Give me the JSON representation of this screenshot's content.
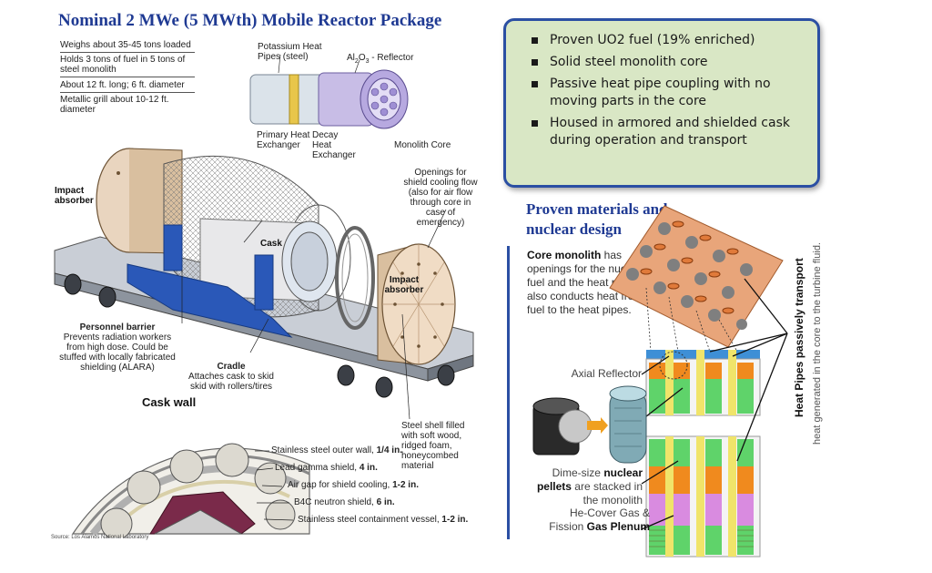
{
  "title": "Nominal 2 MWe (5 MWth) Mobile Reactor Package",
  "specs": [
    "Weighs about 35-45 tons loaded",
    "Holds 3 tons of fuel in 5 tons of steel monolith",
    "About 12 ft. long; 6 ft. diameter",
    "Metallic grill about 10-12 ft. diameter"
  ],
  "components": {
    "heat_pipes": "Potassium Heat Pipes (steel)",
    "reflector_prefix": "Al",
    "reflector_sub1": "2",
    "reflector_o": "O",
    "reflector_sub2": "3",
    "reflector_suffix": " - Reflector",
    "primary_hx": "Primary Heat Exchanger",
    "decay_hx": "Decay Heat Exchanger",
    "monolith_core": "Monolith Core"
  },
  "reactor_labels": {
    "impact_left": "Impact absorber",
    "cask": "Cask",
    "openings": "Openings for shield cooling flow (also for air flow through core in case of emergency)",
    "impact_right": "Impact absorber",
    "barrier_title": "Personnel barrier",
    "barrier_desc": "Prevents radiation workers from high dose. Could be stuffed with locally fabricated shielding (ALARA)",
    "cradle_title": "Cradle",
    "cradle_desc": "Attaches cask to skid skid with rollers/tires",
    "steel_shell": "Steel shell filled with soft wood, ridged foam, honeycombed material"
  },
  "cask_wall": {
    "title": "Cask wall",
    "layers": [
      {
        "name": "Stainless steel outer wall, ",
        "value": "1/4 in."
      },
      {
        "name": "Lead gamma shield, ",
        "value": "4 in."
      },
      {
        "name": "Air gap for shield cooling, ",
        "value": "1-2 in."
      },
      {
        "name": "B4C neutron shield, ",
        "value": "6 in."
      },
      {
        "name": "Stainless steel containment vessel, ",
        "value": "1-2 in."
      }
    ]
  },
  "source": "Source: Los Alamos National Laboratory",
  "bullets": [
    "Proven UO2 fuel (19% enriched)",
    "Solid steel monolith core",
    "Passive heat pipe coupling with no moving parts in the core",
    "Housed in armored and shielded cask during operation and transport"
  ],
  "proven_heading": "Proven materials and nuclear design",
  "core_monolith": {
    "bold": "Core monolith",
    "text": " has openings for the nuclear fuel and the heat pipes. It also conducts heat from the fuel to the heat pipes."
  },
  "axial_reflector": "Axial Reflector",
  "pellets": {
    "pre": "Dime-size ",
    "bold": "nuclear pellets",
    "post": " are stacked in the monolith"
  },
  "plenum": {
    "line1": "He-Cover Gas &",
    "pre": "Fission ",
    "bold": "Gas Plenum"
  },
  "heat_pipes_vertical": {
    "bold": "Heat Pipes passively transport",
    "text": "heat generated in the core to the turbine fluid."
  },
  "colors": {
    "title_blue": "#1f3a93",
    "box_fill": "#d9e7c5",
    "box_border": "#2b4fa3",
    "cradle_blue": "#2a58b8",
    "green_fuel": "#5fd36a",
    "orange_fuel": "#f08a1e",
    "magenta_plenum": "#d98be0",
    "yellow_pipe": "#f0e46a"
  }
}
